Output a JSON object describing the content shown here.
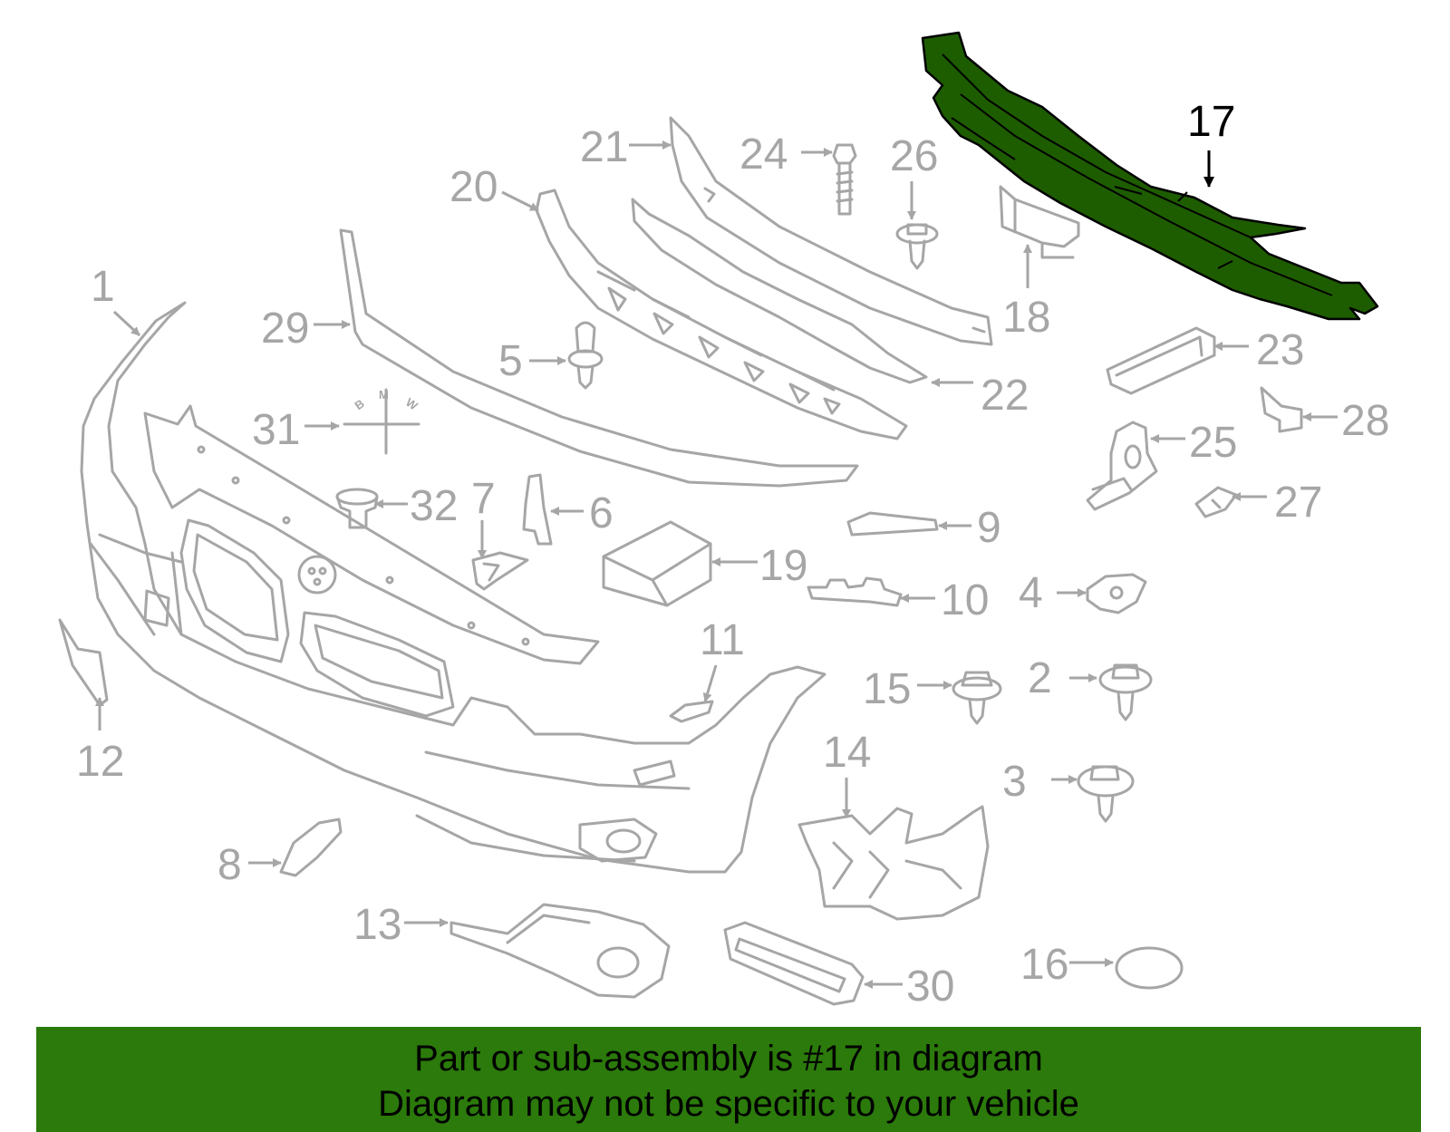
{
  "highlight_color": "#1e5c00",
  "banner_color": "#2b7a0b",
  "labels": {
    "p1": "1",
    "p2": "2",
    "p3": "3",
    "p4": "4",
    "p5": "5",
    "p6": "6",
    "p7": "7",
    "p8": "8",
    "p9": "9",
    "p10": "10",
    "p11": "11",
    "p12": "12",
    "p13": "13",
    "p14": "14",
    "p15": "15",
    "p16": "16",
    "p17": "17",
    "p18": "18",
    "p19": "19",
    "p20": "20",
    "p21": "21",
    "p22": "22",
    "p23": "23",
    "p24": "24",
    "p25": "25",
    "p26": "26",
    "p27": "27",
    "p28": "28",
    "p29": "29",
    "p30": "30",
    "p31": "31",
    "p32": "32"
  },
  "emblem_letters": {
    "b": "B",
    "m": "M",
    "w": "W"
  },
  "banner": {
    "line1": "Part or sub-assembly is #17 in diagram",
    "line2": "Diagram may not be specific to your vehicle"
  }
}
